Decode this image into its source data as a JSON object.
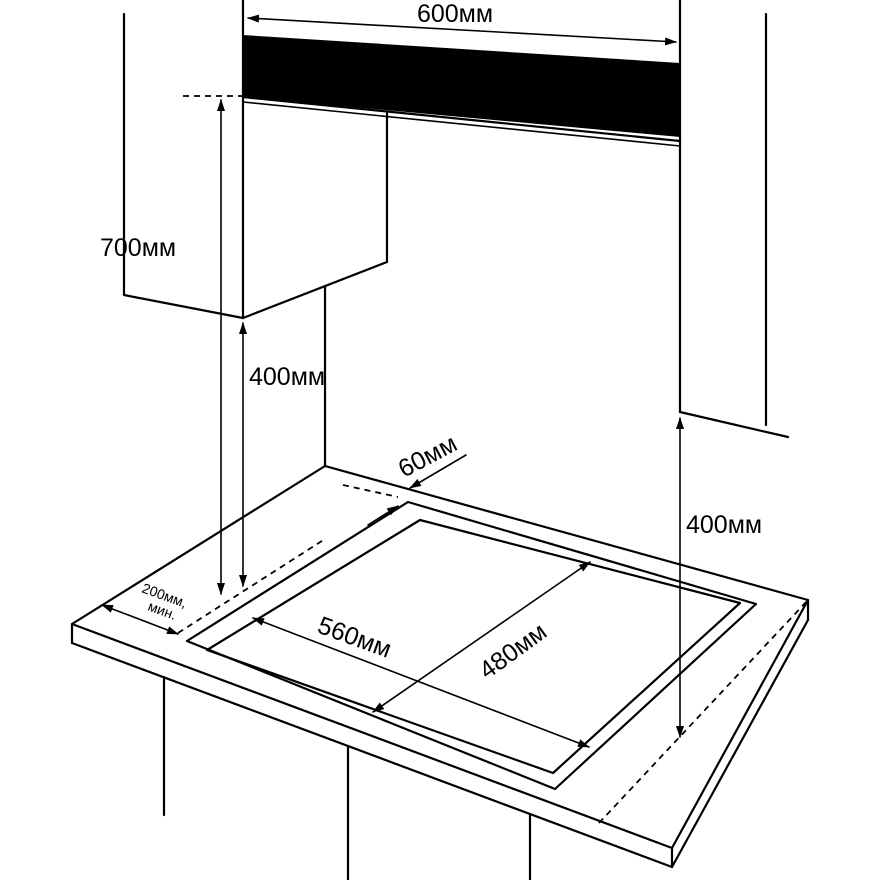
{
  "dimensions": {
    "width_top": "600мм",
    "height_hood_to_worktop": "700мм",
    "height_left_cabinet": "400мм",
    "height_right_cabinet": "400мм",
    "back_offset": "60мм",
    "side_clearance_line1": "200мм,",
    "side_clearance_line2": "мин.",
    "cutout_width": "560мм",
    "cutout_depth": "480мм"
  },
  "colors": {
    "line": "#000000",
    "background": "#ffffff",
    "hood_fill": "#000000"
  }
}
